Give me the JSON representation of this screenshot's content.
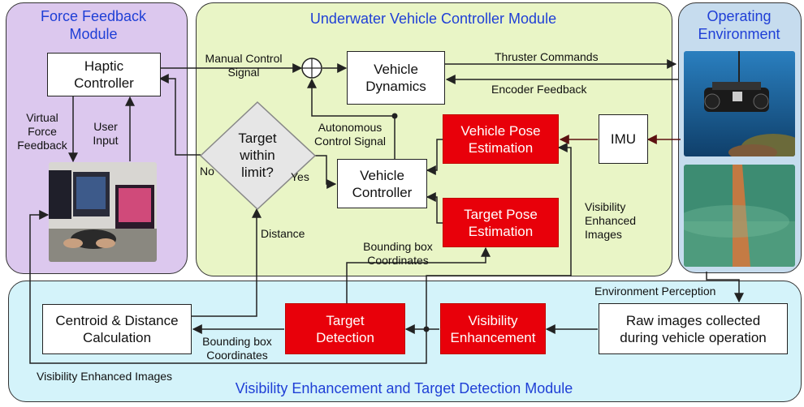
{
  "regions": {
    "force_feedback": "Force Feedback\nModule",
    "controller": "Underwater Vehicle Controller Module",
    "environment": "Operating\nEnvironment",
    "visibility": "Visibility Enhancement and Target Detection Module"
  },
  "boxes": {
    "haptic": "Haptic\nController",
    "vehicle_dynamics": "Vehicle\nDynamics",
    "vehicle_pose": "Vehicle Pose\nEstimation",
    "imu": "IMU",
    "target_within": "Target\nwithin\nlimit?",
    "vehicle_controller": "Vehicle\nController",
    "target_pose": "Target Pose\nEstimation",
    "centroid": "Centroid & Distance\nCalculation",
    "target_detection": "Target\nDetection",
    "visibility_enhancement": "Visibility\nEnhancement",
    "raw_images": "Raw images collected\nduring vehicle operation"
  },
  "labels": {
    "manual_control": "Manual Control\nSignal",
    "thruster_commands": "Thruster Commands",
    "encoder_feedback": "Encoder Feedback",
    "virtual_force": "Virtual\nForce\nFeedback",
    "user_input": "User\nInput",
    "autonomous": "Autonomous\nControl Signal",
    "no": "No",
    "yes": "Yes",
    "distance": "Distance",
    "bbox_top": "Bounding box\nCoordinates",
    "bbox_bottom": "Bounding box\nCoordinates",
    "vis_enh_images_right": "Visibility\nEnhanced\nImages",
    "env_perception": "Environment Perception",
    "vis_enh_images_bottom": "Visibility Enhanced Images"
  },
  "colors": {
    "force_feedback_bg": "#dcc8ee",
    "controller_bg": "#e9f5c6",
    "environment_bg": "#c6dcee",
    "visibility_bg": "#d4f3fa",
    "red_box": "#e8000a",
    "title_blue": "#1f3fd6",
    "feedback_arrow": "#5c1010"
  }
}
